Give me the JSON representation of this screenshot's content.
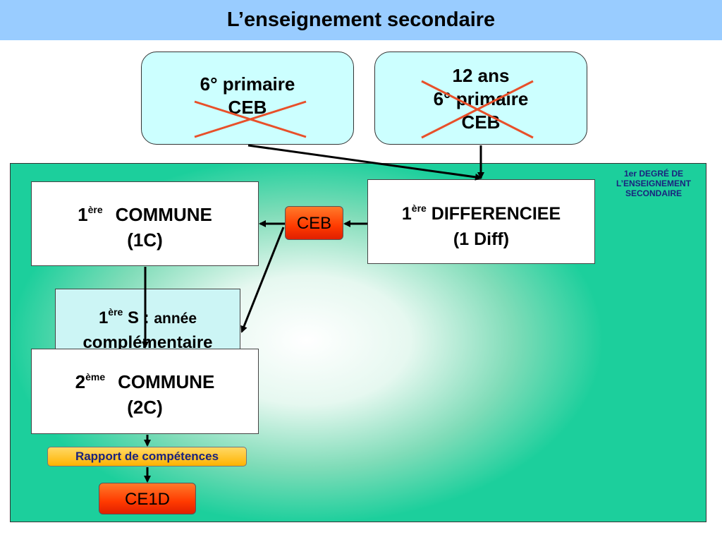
{
  "header": {
    "title": "L’enseignement secondaire"
  },
  "top_boxes": [
    {
      "lines": [
        "6° primaire",
        "CEB"
      ]
    },
    {
      "lines": [
        "12 ans",
        "6° primaire",
        "CEB"
      ]
    }
  ],
  "degree_label": [
    "1er DEGRÉ DE",
    "L’ENSEIGNEMENT",
    "SECONDAIRE"
  ],
  "boxes": {
    "premiere_commune": {
      "num": "1",
      "sup": "ère",
      "label": "COMMUNE",
      "code": "(1C)"
    },
    "premiere_diff": {
      "num": "1",
      "sup": "ère",
      "label": "DIFFERENCIEE",
      "code": "(1 Diff)"
    },
    "premiere_s": {
      "num": "1",
      "sup": "ère",
      "label": "S :",
      "small": "année",
      "line2": "complémentaire"
    },
    "deuxieme_commune": {
      "num": "2",
      "sup": "ème",
      "label": "COMMUNE",
      "code": "(2C)"
    }
  },
  "badges": {
    "ceb": "CEB",
    "rapport": "Rapport de compétences",
    "ce1d": "CE1D"
  },
  "colors": {
    "title_bar": "#99ccff",
    "top_box": "#ccffff",
    "panel": "#1ccf9c",
    "cross": "#e8502a",
    "badge": "#ff4500",
    "rapport": "#ffb300"
  }
}
